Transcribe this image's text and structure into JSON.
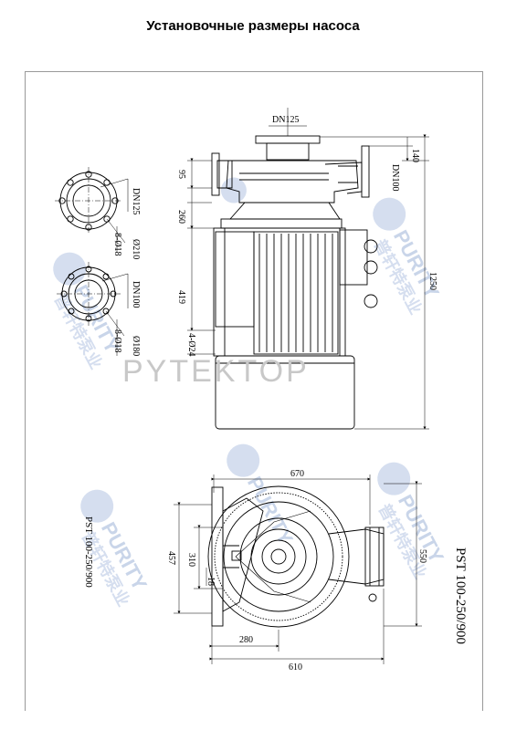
{
  "header": {
    "title": "Установочные размеры насоса"
  },
  "watermark": {
    "brand": "PURITY",
    "brand_cn": "普轩特泵业",
    "overlay": "PYTEKTOP"
  },
  "model": "PST 100-250/900",
  "side_view": {
    "dn_top": "DN125",
    "dn_side": "DN100",
    "h95": "95",
    "h260": "260",
    "h419": "419",
    "h140": "140",
    "h1250": "1250",
    "holes": "4-Ø24"
  },
  "flange_125": {
    "dn": "DN125",
    "pcd": "Ø210",
    "bolts": "8-Ø18"
  },
  "flange_100": {
    "dn": "DN100",
    "pcd": "Ø180",
    "bolts": "8-Ø18"
  },
  "top_view": {
    "w670": "670",
    "w280": "280",
    "w610": "610",
    "h457": "457",
    "h310": "310",
    "h18": "18",
    "h550": "550"
  }
}
